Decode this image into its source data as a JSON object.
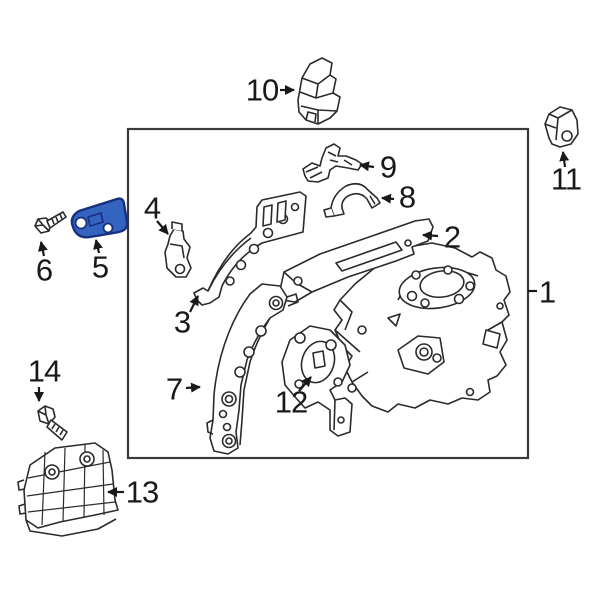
{
  "diagram": {
    "background": "#ffffff",
    "line_color": "#2b2b2b",
    "frame_color": "#3a3a3a",
    "highlight_fill": "#3563c0",
    "highlight_stroke": "#17307f",
    "label_color": "#191919"
  },
  "callouts": [
    {
      "label": "1"
    },
    {
      "label": "2"
    },
    {
      "label": "3"
    },
    {
      "label": "4"
    },
    {
      "label": "5"
    },
    {
      "label": "6"
    },
    {
      "label": "7"
    },
    {
      "label": "8"
    },
    {
      "label": "9"
    },
    {
      "label": "10"
    },
    {
      "label": "11"
    },
    {
      "label": "12"
    },
    {
      "label": "13"
    },
    {
      "label": "14"
    }
  ]
}
